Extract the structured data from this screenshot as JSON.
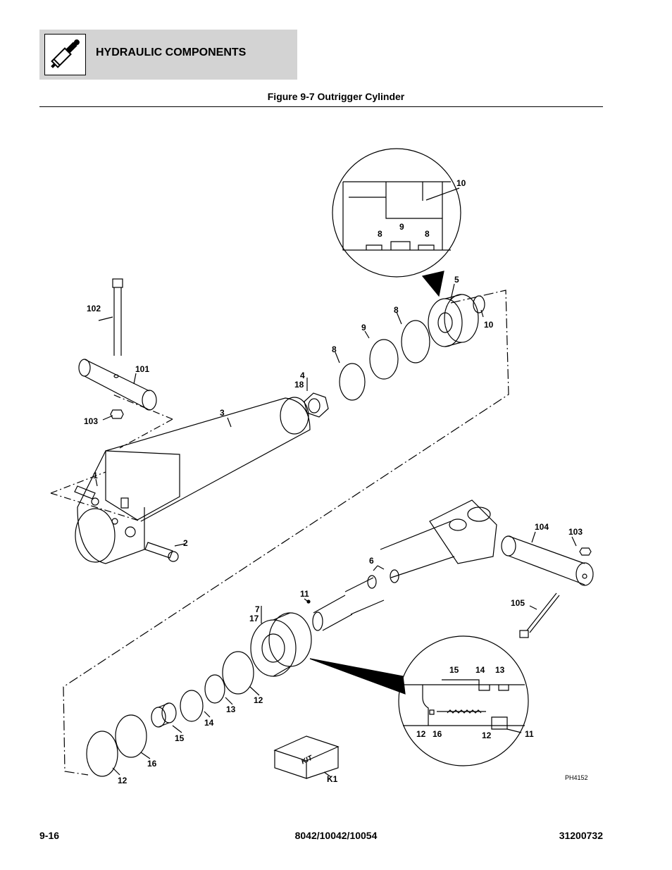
{
  "header": {
    "section_title": "HYDRAULIC COMPONENTS",
    "icon": "hydraulic-cylinder-icon"
  },
  "figure": {
    "title": "Figure 9-7 Outrigger Cylinder",
    "drawing_id": "PH4152"
  },
  "callouts": {
    "c1": "1",
    "c2": "2",
    "c3": "3",
    "c4": "4",
    "c18": "18",
    "c5": "5",
    "c6": "6",
    "c7": "7",
    "c17": "17",
    "c8a": "8",
    "c8b": "8",
    "c9": "9",
    "c10": "10",
    "c11": "11",
    "c12a": "12",
    "c12b": "12",
    "c13": "13",
    "c14": "14",
    "c15": "15",
    "c16": "16",
    "c101": "101",
    "c102": "102",
    "c103a": "103",
    "c103b": "103",
    "c104": "104",
    "c105": "105",
    "ck1": "K1"
  },
  "detail_top": {
    "d10": "10",
    "d8a": "8",
    "d9": "9",
    "d8b": "8"
  },
  "detail_bottom": {
    "d15": "15",
    "d14": "14",
    "d13": "13",
    "d12a": "12",
    "d16": "16",
    "d12b": "12",
    "d11": "11"
  },
  "kit_label": "KIT",
  "footer": {
    "page": "9-16",
    "models": "8042/10042/10054",
    "doc_number": "31200732"
  }
}
